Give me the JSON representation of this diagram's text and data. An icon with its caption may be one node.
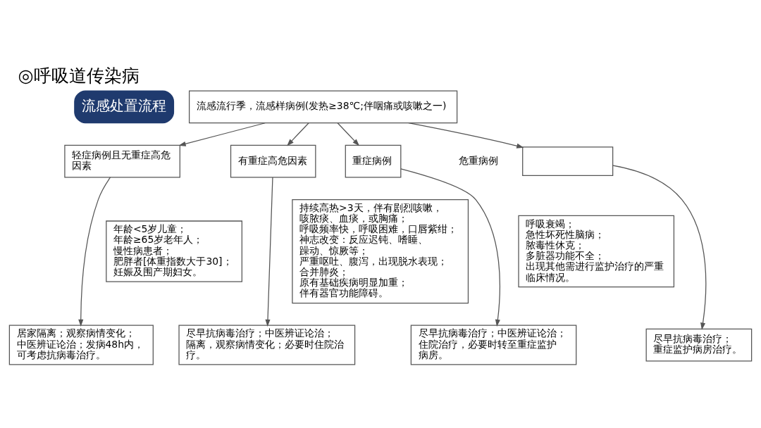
{
  "diagram": {
    "title": "◎呼吸道传染病",
    "nodes": [
      {
        "text": [
          "流感处置流程"
        ]
      },
      {
        "text": [
          "流感流行季，流感样病例(发热≥38℃;伴咽痛或咳嗽之一)"
        ]
      },
      {
        "text": [
          "轻症病例且无重症高危因素"
        ]
      },
      {
        "text": [
          "有重症高危因素"
        ]
      },
      {
        "text": [
          "重症病例"
        ]
      },
      {
        "text": [],
        "shape": "box",
        "beside": [
          "危重病例"
        ]
      },
      {
        "text": [
          "年龄<5岁儿童；",
          "年龄≥65岁老年人；",
          "慢性病患者；",
          "肥胖者[体重指数大于30]；",
          "妊娠及围产期妇女。"
        ]
      },
      {
        "text": [
          "持续高热>3天，伴有剧烈咳嗽，咳脓痰、血痰，或胸痛；",
          "呼吸频率快，呼吸困难，口唇紫绀；",
          "神志改变：反应迟钝、嗜睡、躁动、惊厥等；",
          "严重呕吐、腹泻，出现脱水表现；",
          "合并肺炎；",
          "原有基础疾病明显加重；",
          "伴有器官功能障碍。"
        ]
      },
      {
        "text": [
          "呼吸衰竭；",
          "急性坏死性脑病；",
          "脓毒性休克；",
          "多脏器功能不全；",
          "出现其他需进行监护治疗的严重临床情况。"
        ]
      },
      {
        "text": [
          "居家隔离；观察病情变化；中医辨证论治；发病48h内，可考虑抗病毒治疗。"
        ]
      },
      {
        "text": [
          "尽早抗病毒治疗；中医辨证论治；隔离，观察病情变化；必要时住院治疗。"
        ]
      },
      {
        "text": [
          "尽早抗病毒治疗；中医辨证论治；住院治疗，必要时转至重症监护病房。"
        ]
      },
      {
        "text": [
          "尽早抗病毒治疗；重症监护病房治疗。"
        ]
      }
    ],
    "edges": [
      {
        "from": 1,
        "to": 2,
        "arrow": "to"
      },
      {
        "from": 1,
        "to": 3,
        "arrow": "to"
      },
      {
        "from": 1,
        "to": 4,
        "arrow": "to"
      },
      {
        "from": 1,
        "to": 5,
        "arrow": "to"
      },
      {
        "from": 2,
        "to": 9,
        "arrow": "to"
      },
      {
        "from": 3,
        "to": 10,
        "arrow": "to"
      },
      {
        "from": 4,
        "to": 11,
        "arrow": "to"
      },
      {
        "from": 5,
        "to": 12,
        "arrow": "to"
      }
    ]
  }
}
